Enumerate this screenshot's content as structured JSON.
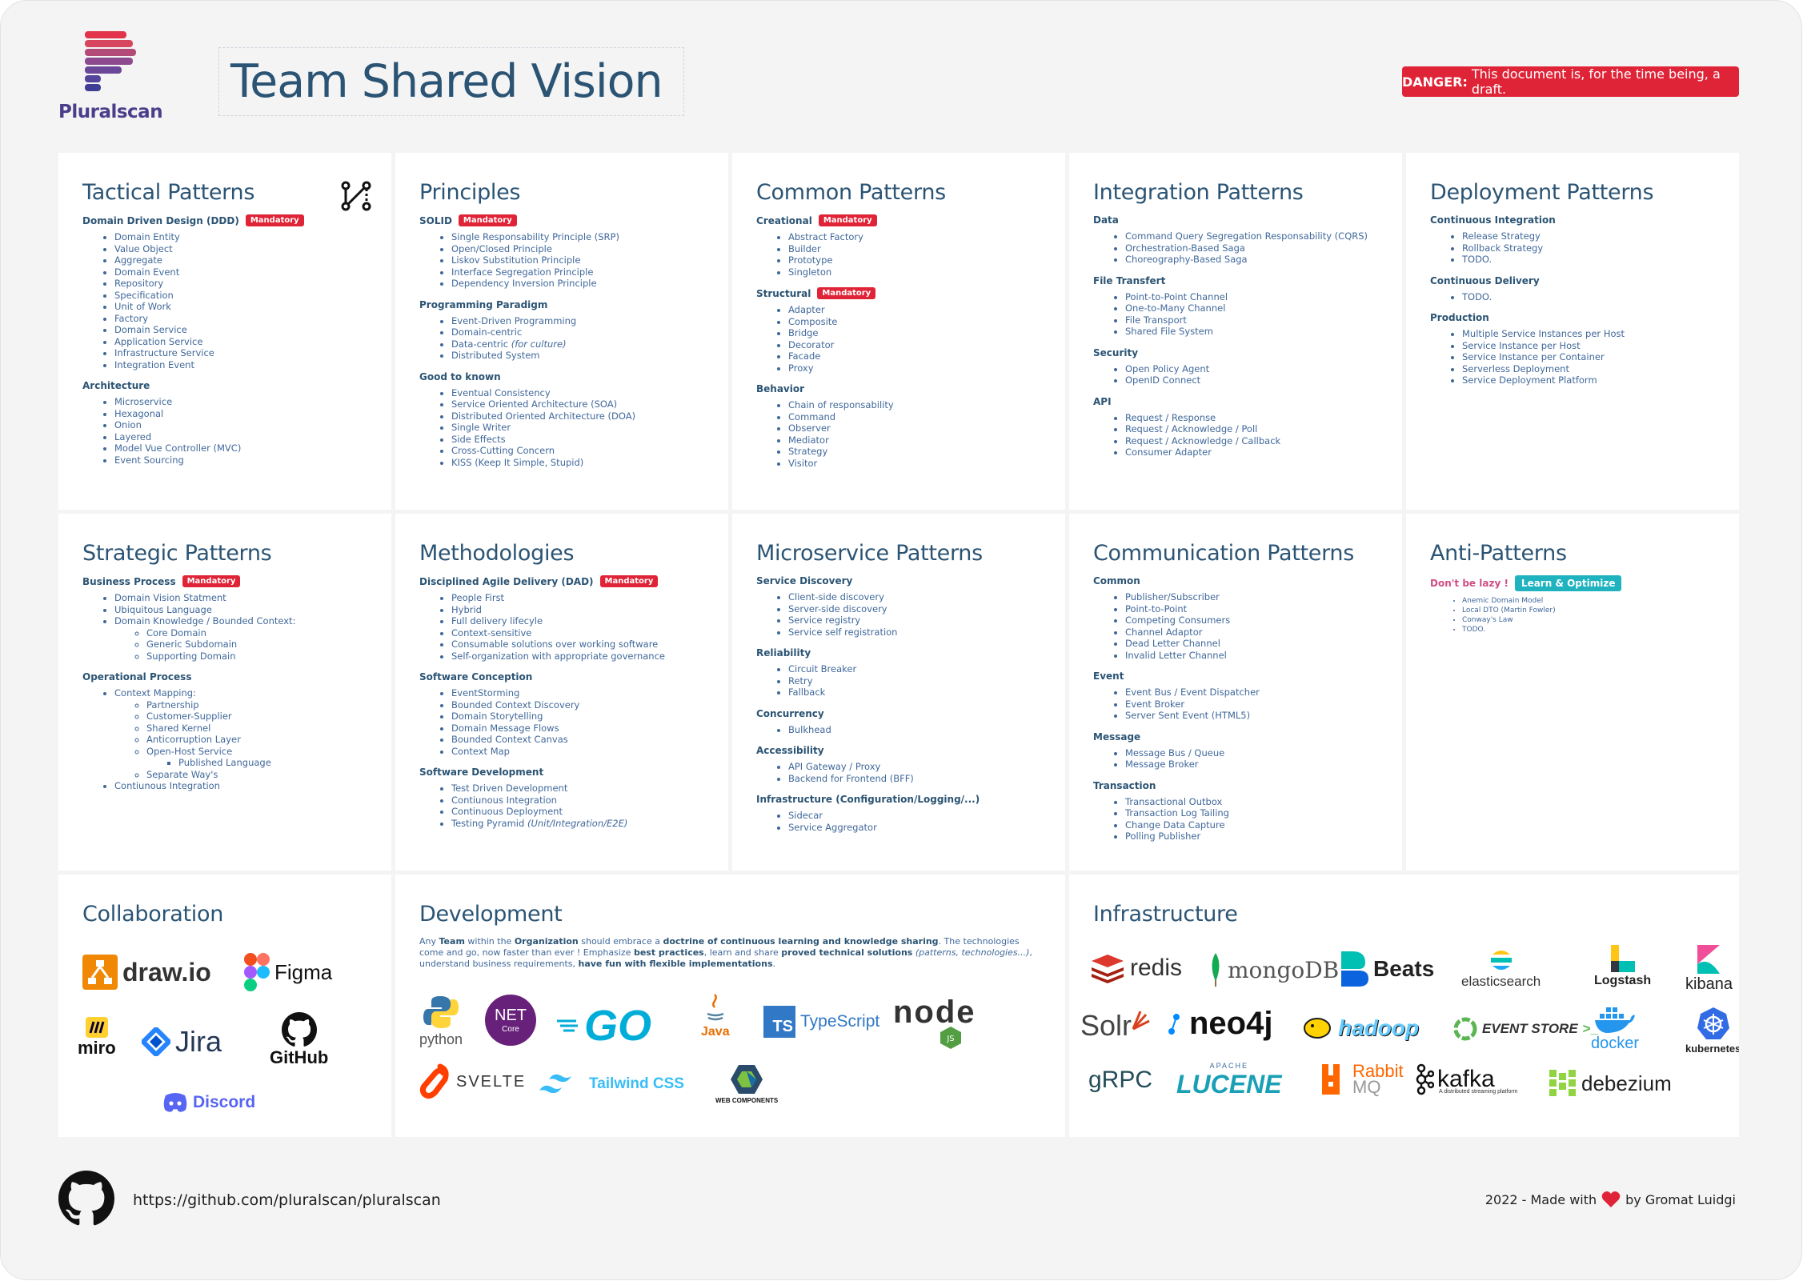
{
  "brand": {
    "name": "Pluralscan"
  },
  "header": {
    "title": "Team Shared Vision",
    "danger_label": "DANGER:",
    "danger_text": "This document is, for the time being, a draft."
  },
  "badges": {
    "mandatory": "Mandatory",
    "learn": "Learn & Optimize"
  },
  "tactical": {
    "title": "Tactical Patterns",
    "s1": "Domain Driven Design (DDD)",
    "s1_items": [
      "Domain Entity",
      "Value Object",
      "Aggregate",
      "Domain Event",
      "Repository",
      "Specification",
      "Unit of Work",
      "Factory",
      "Domain Service",
      "Application Service",
      "Infrastructure Service",
      "Integration Event"
    ],
    "s2": "Architecture",
    "s2_items": [
      "Microservice",
      "Hexagonal",
      "Onion",
      "Layered",
      "Model Vue Controller (MVC)",
      "Event Sourcing"
    ]
  },
  "principles": {
    "title": "Principles",
    "s1": "SOLID",
    "s1_items": [
      "Single Responsability Principle (SRP)",
      "Open/Closed Principle",
      "Liskov Substitution Principle",
      "Interface Segregation Principle",
      "Dependency Inversion Principle"
    ],
    "s2": "Programming Paradigm",
    "s2_items": [
      "Event-Driven Programming",
      "Domain-centric",
      "Data-centric",
      "Distributed System"
    ],
    "s2_note": "(for culture)",
    "s3": "Good to known",
    "s3_items": [
      "Eventual Consistency",
      "Service Oriented Architecture (SOA)",
      "Distributed Oriented Architecture (DOA)",
      "Single Writer",
      "Side Effects",
      "Cross-Cutting Concern",
      "KISS (Keep It Simple, Stupid)"
    ]
  },
  "common": {
    "title": "Common Patterns",
    "s1": "Creational",
    "s1_items": [
      "Abstract Factory",
      "Builder",
      "Prototype",
      "Singleton"
    ],
    "s2": "Structural",
    "s2_items": [
      "Adapter",
      "Composite",
      "Bridge",
      "Decorator",
      "Facade",
      "Proxy"
    ],
    "s3": "Behavior",
    "s3_items": [
      "Chain of responsability",
      "Command",
      "Observer",
      "Mediator",
      "Strategy",
      "Visitor"
    ]
  },
  "integration": {
    "title": "Integration Patterns",
    "s1": "Data",
    "s1_items": [
      "Command Query Segregation Responsability (CQRS)",
      "Orchestration-Based Saga",
      "Choreography-Based Saga"
    ],
    "s2": "File Transfert",
    "s2_items": [
      "Point-to-Point Channel",
      "One-to-Many Channel",
      "File Transport",
      "Shared File System"
    ],
    "s3": "Security",
    "s3_items": [
      "Open Policy Agent",
      "OpenID Connect"
    ],
    "s4": "API",
    "s4_items": [
      "Request / Response",
      "Request / Acknowledge / Poll",
      "Request / Acknowledge / Callback",
      "Consumer Adapter"
    ]
  },
  "deployment": {
    "title": "Deployment Patterns",
    "s1": "Continuous Integration",
    "s1_items": [
      "Release Strategy",
      "Rollback Strategy",
      "TODO."
    ],
    "s2": "Continuous Delivery",
    "s2_items": [
      "TODO."
    ],
    "s3": "Production",
    "s3_items": [
      "Multiple Service Instances per Host",
      "Service Instance per Host",
      "Service Instance per Container",
      "Serverless Deployment",
      "Service Deployment Platform"
    ]
  },
  "strategic": {
    "title": "Strategic Patterns",
    "s1": "Business Process",
    "s1_items": [
      "Domain Vision Statment",
      "Ubiquitous Language",
      "Domain Knowledge / Bounded Context:"
    ],
    "s1_sub": [
      "Core Domain",
      "Generic Subdomain",
      "Supporting Domain"
    ],
    "s2": "Operational Process",
    "s2_item1": "Context Mapping:",
    "s2_sub": [
      "Partnership",
      "Customer-Supplier",
      "Shared Kernel",
      "Anticorruption Layer",
      "Open-Host Service"
    ],
    "s2_subsub": "Published Language",
    "s2_sub_last": "Separate Way's",
    "s2_item2": "Contiunous Integration"
  },
  "methodologies": {
    "title": "Methodologies",
    "s1": "Disciplined Agile Delivery (DAD)",
    "s1_items": [
      "People First",
      "Hybrid",
      "Full delivery lifecyle",
      "Context-sensitive",
      "Consumable solutions over working software",
      "Self-organization with appropriate governance"
    ],
    "s2": "Software Conception",
    "s2_items": [
      "EventStorming",
      "Bounded Context Discovery",
      "Domain Storytelling",
      "Domain Message Flows",
      "Bounded Context Canvas",
      "Context Map"
    ],
    "s3": "Software Development",
    "s3_items": [
      "Test Driven Development",
      "Contiunous Integration",
      "Continuous Deployment",
      "Testing Pyramid"
    ],
    "s3_note": "(Unit/Integration/E2E)"
  },
  "microservice": {
    "title": "Microservice Patterns",
    "s1": "Service Discovery",
    "s1_items": [
      "Client-side discovery",
      "Server-side discovery",
      "Service registry",
      "Service self registration"
    ],
    "s2": "Reliability",
    "s2_items": [
      "Circuit Breaker",
      "Retry",
      "Fallback"
    ],
    "s3": "Concurrency",
    "s3_items": [
      "Bulkhead"
    ],
    "s4": "Accessibility",
    "s4_items": [
      "API Gateway / Proxy",
      "Backend for Frontend (BFF)"
    ],
    "s5": "Infrastructure (Configuration/Logging/...)",
    "s5_items": [
      "Sidecar",
      "Service Aggregator"
    ]
  },
  "communication": {
    "title": "Communication Patterns",
    "s1": "Common",
    "s1_items": [
      "Publisher/Subscriber",
      "Point-to-Point",
      "Competing Consumers",
      "Channel Adaptor",
      "Dead Letter Channel",
      "Invalid Letter Channel"
    ],
    "s2": "Event",
    "s2_items": [
      "Event Bus / Event Dispatcher",
      "Event Broker",
      "Server Sent Event (HTML5)"
    ],
    "s3": "Message",
    "s3_items": [
      "Message Bus / Queue",
      "Message Broker"
    ],
    "s4": "Transaction",
    "s4_items": [
      "Transactional Outbox",
      "Transaction Log Tailing",
      "Change Data Capture",
      "Polling Publisher"
    ]
  },
  "anti": {
    "title": "Anti-Patterns",
    "s1": "Don't be lazy !",
    "s1_items": [
      "Anemic Domain Model",
      "Local DTO (Martin Fowler)",
      "Conway's Law",
      "TODO."
    ]
  },
  "collaboration": {
    "title": "Collaboration",
    "tools": [
      "draw.io",
      "Figma",
      "miro",
      "Jira",
      "GitHub",
      "Discord"
    ]
  },
  "development": {
    "title": "Development",
    "intro_1": "Any",
    "intro_team": "Team",
    "intro_2": "within the",
    "intro_org": "Organization",
    "intro_3": "should embrace a",
    "intro_doctrine": "doctrine of continuous learning and knowledge sharing",
    "intro_4": ". The technologies come and go, now faster than ever ! Emphasize",
    "intro_bp": "best practices",
    "intro_5": ", learn and share",
    "intro_pts": "proved technical solutions",
    "intro_6": "(patterns, technologies...)",
    "intro_7": ", understand business requirements,",
    "intro_fun": "have fun with flexible implementations",
    "intro_8": ".",
    "tech": [
      "python",
      "NET",
      "Core",
      "GO",
      "Java",
      "TS",
      "TypeScript",
      "node",
      "JS",
      "SVELTE",
      "Tailwind CSS",
      "WEB COMPONENTS"
    ]
  },
  "infrastructure": {
    "title": "Infrastructure",
    "tools": [
      "redis",
      "mongoDB.",
      "Beats",
      "elasticsearch",
      "Logstash",
      "kibana",
      "Solr",
      "neo4j",
      "hadoop",
      "EVENT STORE",
      "docker",
      "kubernetes",
      "gRPC",
      "APACHE",
      "LUCENE",
      "Rabbit",
      "MQ",
      "kafka",
      "A distributed streaming platform",
      "debezium"
    ]
  },
  "footer": {
    "url": "https://github.com/pluralscan/pluralscan",
    "made_left": "2022 - Made with",
    "made_right": "by Gromat Luidgi"
  },
  "colors": {
    "accent": "#2b5474",
    "link": "#40689a",
    "danger": "#e02437",
    "teal": "#1fb3c0"
  }
}
